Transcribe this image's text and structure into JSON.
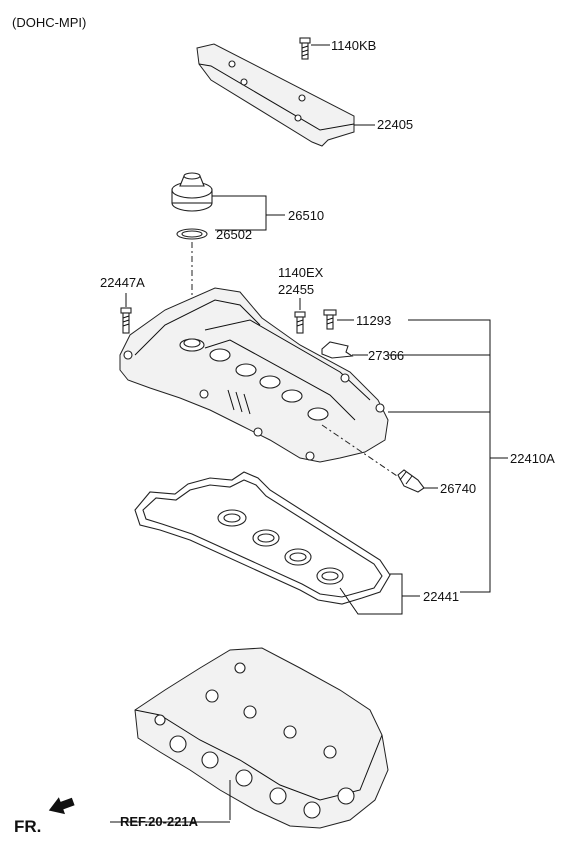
{
  "title": "(DOHC-MPI)",
  "parts": {
    "bolt_top": "1140KB",
    "engine_cover": "22405",
    "oil_filler_cap_assy": "26510",
    "cap_gasket": "26502",
    "bolt_left": "22447A",
    "bolt_mid_a": "1140EX",
    "bolt_mid_b": "22455",
    "bolt_right": "11293",
    "bracket": "27366",
    "rocker_cover_assy": "22410A",
    "pcv_valve": "26740",
    "cover_gasket": "22441"
  },
  "reference": "REF.20-221A",
  "direction": "FR."
}
